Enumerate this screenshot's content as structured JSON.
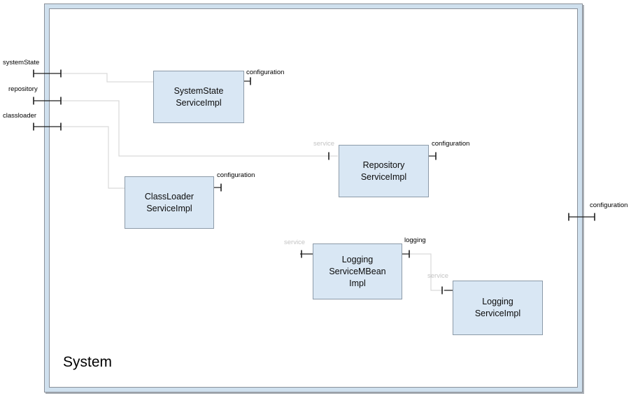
{
  "diagram": {
    "title": "System",
    "colors": {
      "component_fill": "#d9e7f4",
      "component_border": "#8c9aa8",
      "frame_border": "#8a9099",
      "frame_band": "#cfe0ee",
      "wire": "#d9d9d9",
      "port": "#1f1f1f",
      "muted_label": "#c4c4c4",
      "label": "#000000"
    },
    "frame_ports": [
      {
        "name": "systemState",
        "side": "left"
      },
      {
        "name": "repository",
        "side": "left"
      },
      {
        "name": "classloader",
        "side": "left"
      },
      {
        "name": "configuration",
        "side": "right"
      }
    ],
    "components": [
      {
        "name": "SystemState\nServiceImpl",
        "ports": [
          {
            "name": "configuration",
            "side": "right"
          }
        ]
      },
      {
        "name": "Repository\nServiceImpl",
        "ports": [
          {
            "name": "service",
            "side": "left",
            "muted": true
          },
          {
            "name": "configuration",
            "side": "right"
          }
        ]
      },
      {
        "name": "ClassLoader\nServiceImpl",
        "ports": [
          {
            "name": "configuration",
            "side": "right"
          }
        ]
      },
      {
        "name": "Logging\nServiceMBean\nImpl",
        "ports": [
          {
            "name": "service",
            "side": "left",
            "muted": true
          },
          {
            "name": "logging",
            "side": "right"
          }
        ]
      },
      {
        "name": "Logging\nServiceImpl",
        "ports": [
          {
            "name": "service",
            "side": "left",
            "muted": true
          }
        ]
      }
    ]
  }
}
